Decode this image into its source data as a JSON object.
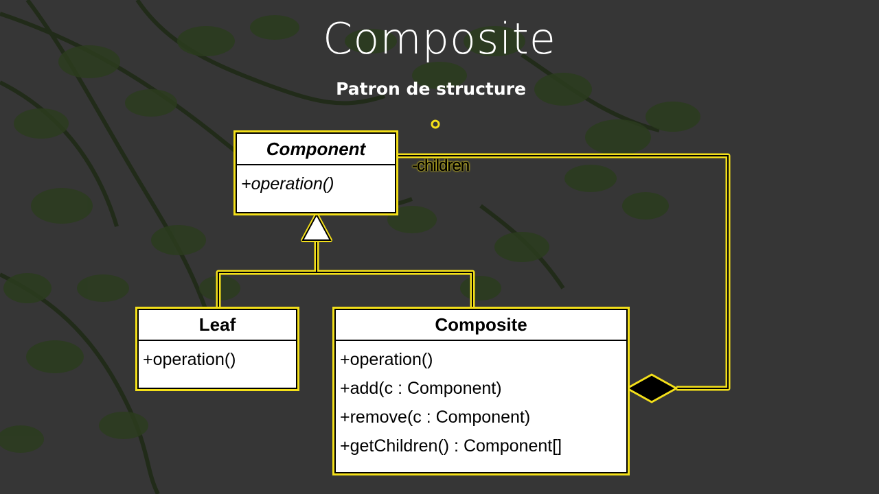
{
  "slide": {
    "title": "Composite",
    "subtitle": "Patron de structure"
  },
  "diagram": {
    "component": {
      "name": "Component",
      "operations": [
        "+operation()"
      ]
    },
    "leaf": {
      "name": "Leaf",
      "operations": [
        "+operation()"
      ]
    },
    "composite": {
      "name": "Composite",
      "operations": [
        "+operation()",
        "+add(c : Component)",
        "+remove(c : Component)",
        "+getChildren() : Component[]"
      ]
    },
    "association_role": "-children",
    "colors": {
      "highlight": "#f4e01a",
      "background": "#363636",
      "foliage": "#2a3a1e"
    }
  }
}
